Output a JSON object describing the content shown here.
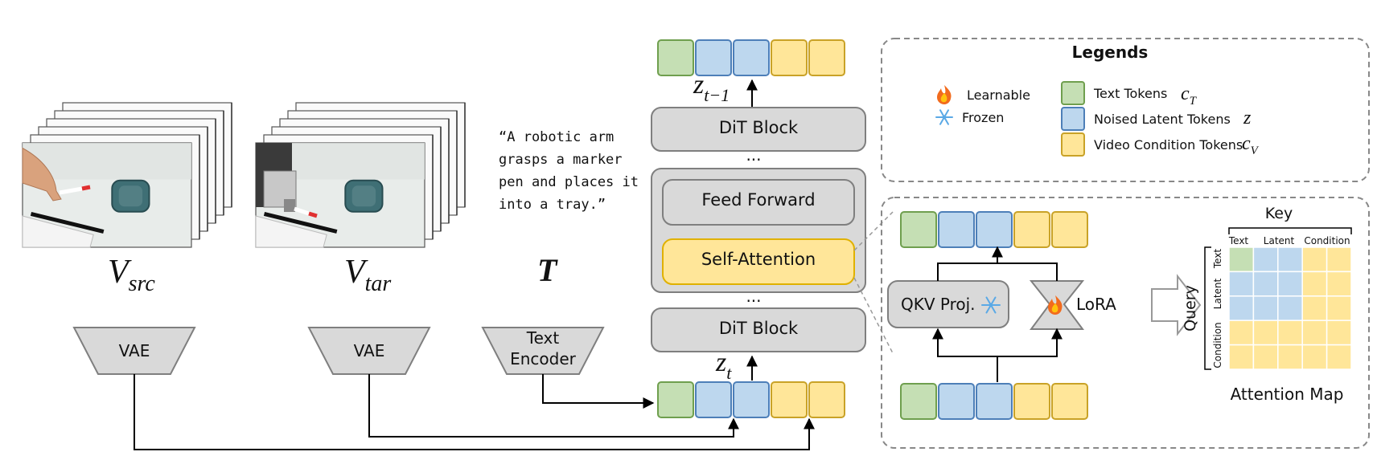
{
  "colors": {
    "text_token": "#c5dfb4",
    "text_token_stroke": "#6f9f4e",
    "latent_token": "#bdd7ee",
    "latent_token_stroke": "#4d7fb8",
    "cond_token": "#ffe699",
    "cond_token_stroke": "#c9a227",
    "block_fill": "#d9d9d9",
    "block_stroke": "#7f7f7f",
    "self_attn_fill": "#ffe699",
    "self_attn_stroke": "#e0b100"
  },
  "inputs": {
    "src_label_main": "V",
    "src_label_sub": "src",
    "tar_label_main": "V",
    "tar_label_sub": "tar",
    "text_label": "T",
    "prompt_lines": [
      "“A robotic arm",
      "grasps a marker",
      "pen and places it",
      "into a tray.”"
    ]
  },
  "encoders": {
    "vae_1": "VAE",
    "vae_2": "VAE",
    "text_encoder_line1": "Text",
    "text_encoder_line2": "Encoder"
  },
  "dit": {
    "top_block": "DiT Block",
    "bottom_block": "DiT Block",
    "feed_forward": "Feed Forward",
    "self_attention": "Self-Attention",
    "ellipsis_top": "...",
    "ellipsis_bottom": "...",
    "z_out_main": "z",
    "z_out_sub": "t−1",
    "z_in_main": "z",
    "z_in_sub": "t"
  },
  "legend": {
    "title": "Legends",
    "learnable": "Learnable",
    "frozen": "Frozen",
    "text_tokens": "Text Tokens",
    "text_tokens_sym": "c",
    "text_tokens_sub": "T",
    "latent_tokens": "Noised Latent Tokens",
    "latent_tokens_sym": "z",
    "cond_tokens": "Video Condition Tokens",
    "cond_tokens_sym": "c",
    "cond_tokens_sub": "V"
  },
  "detail": {
    "qkv": "QKV Proj.",
    "lora": "LoRA",
    "key": "Key",
    "query": "Query",
    "col_text": "Text",
    "col_latent": "Latent",
    "col_condition": "Condition",
    "row_text": "Text",
    "row_latent": "Latent",
    "row_condition": "Condition",
    "attention_map": "Attention Map"
  }
}
